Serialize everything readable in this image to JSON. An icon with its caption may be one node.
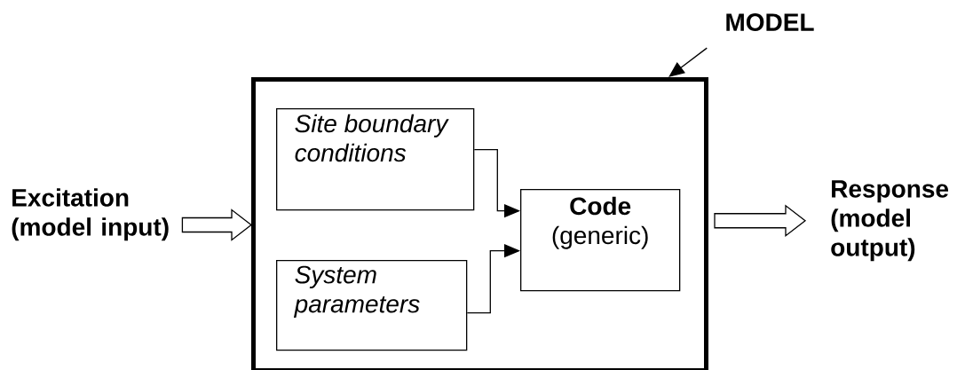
{
  "diagram": {
    "nodes": [
      {
        "text": [
          "MODEL"
        ]
      },
      {
        "text": [],
        "shape": "box"
      },
      {
        "text": [
          "Site boundary conditions"
        ],
        "in": 1
      },
      {
        "text": [
          "System parameters"
        ],
        "in": 1
      },
      {
        "text": [
          "Code",
          "(generic)"
        ],
        "in": 1
      },
      {
        "text": [
          "Excitation (model input)"
        ]
      },
      {
        "text": [
          "Response (model output)"
        ]
      }
    ],
    "edges": [
      {
        "from": 0,
        "to": 1,
        "arrow": "to"
      },
      {
        "from": 2,
        "to": 4,
        "arrow": "to"
      },
      {
        "from": 3,
        "to": 4,
        "arrow": "to"
      },
      {
        "from": 5,
        "to": 1,
        "arrow": "to",
        "style": "thick"
      },
      {
        "from": 1,
        "to": 6,
        "arrow": "to",
        "style": "thick"
      }
    ]
  }
}
